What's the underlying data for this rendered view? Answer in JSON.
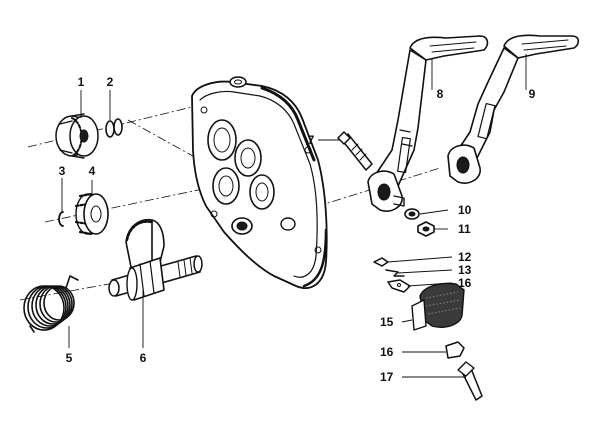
{
  "diagram": {
    "callouts": [
      {
        "id": "1",
        "label": "1"
      },
      {
        "id": "2",
        "label": "2"
      },
      {
        "id": "3",
        "label": "3"
      },
      {
        "id": "4",
        "label": "4"
      },
      {
        "id": "5",
        "label": "5"
      },
      {
        "id": "6",
        "label": "6"
      },
      {
        "id": "7",
        "label": "7"
      },
      {
        "id": "8",
        "label": "8"
      },
      {
        "id": "9",
        "label": "9"
      },
      {
        "id": "10",
        "label": "10"
      },
      {
        "id": "11",
        "label": "11"
      },
      {
        "id": "12",
        "label": "12"
      },
      {
        "id": "13",
        "label": "13"
      },
      {
        "id": "16a",
        "label": "16"
      },
      {
        "id": "15",
        "label": "15"
      },
      {
        "id": "16b",
        "label": "16"
      },
      {
        "id": "17",
        "label": "17"
      }
    ]
  }
}
